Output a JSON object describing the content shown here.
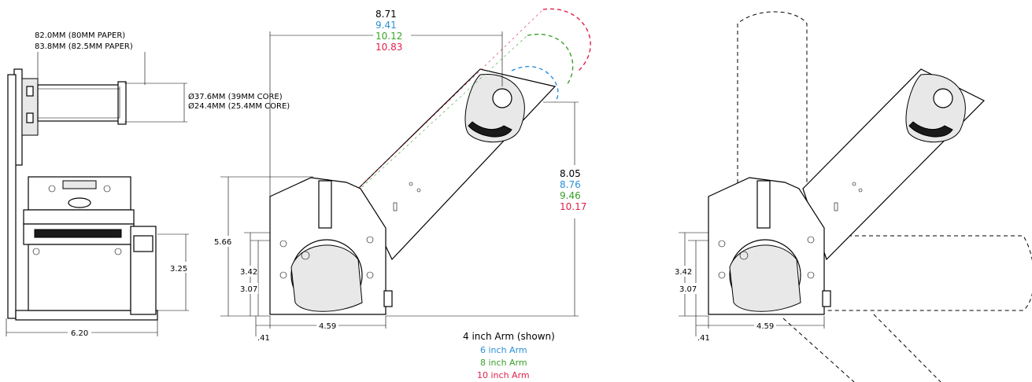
{
  "colors": {
    "black": "#000000",
    "arm6": "#2a8fd6",
    "arm8": "#3aa02a",
    "arm10": "#e0204a"
  },
  "view_left": {
    "paper_width_80": "82.0MM (80MM PAPER)",
    "paper_width_825": "83.8MM (82.5MM PAPER)",
    "roll_dia_39": "Ø37.6MM (39MM CORE)",
    "roll_dia_254": "Ø24.4MM (25.4MM CORE)",
    "height": "3.25",
    "width": "6.20"
  },
  "view_middle": {
    "arm_reach": [
      "8.71",
      "9.41",
      "10.12",
      "10.83"
    ],
    "arm_height": [
      "8.05",
      "8.76",
      "9.46",
      "10.17"
    ],
    "total_height": "5.66",
    "height_a": "3.42",
    "height_b": "3.07",
    "offset": ".41",
    "base_width": "4.59"
  },
  "legend": {
    "arm4": "4 inch Arm (shown)",
    "arm6": "6 inch Arm",
    "arm8": "8 inch Arm",
    "arm10": "10 inch Arm"
  },
  "view_right": {
    "height_a": "3.42",
    "height_b": "3.07",
    "offset": ".41",
    "base_width": "4.59"
  }
}
